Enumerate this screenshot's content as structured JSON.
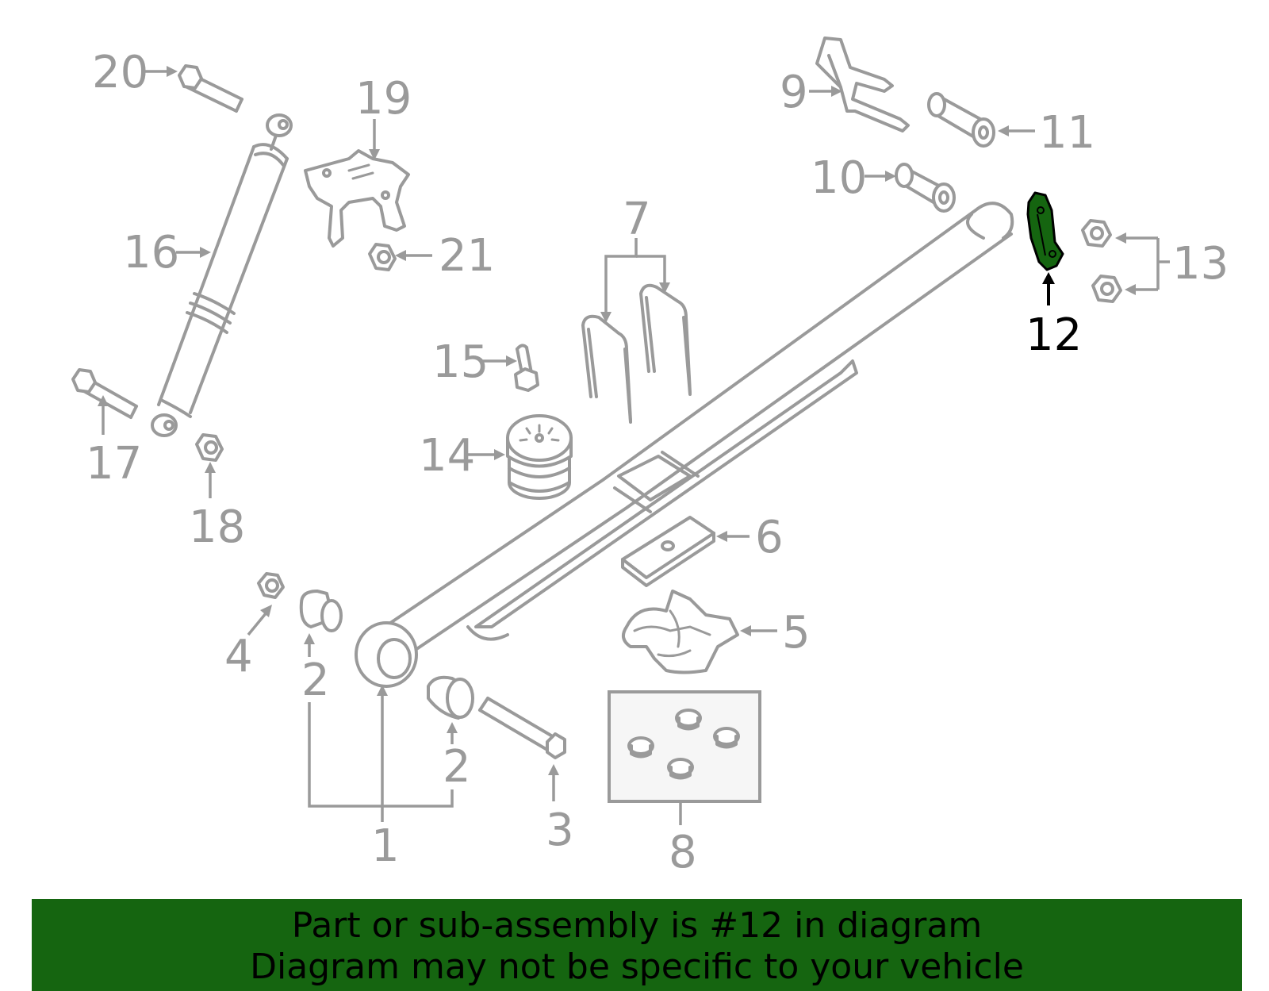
{
  "diagram": {
    "highlight_color": "#156510",
    "part_color": "#9a9a9a",
    "highlighted_callout": "12",
    "callouts": {
      "c1": "1",
      "c2a": "2",
      "c2b": "2",
      "c3": "3",
      "c4": "4",
      "c5": "5",
      "c6": "6",
      "c7": "7",
      "c8": "8",
      "c9": "9",
      "c10": "10",
      "c11": "11",
      "c12": "12",
      "c13": "13",
      "c14": "14",
      "c15": "15",
      "c16": "16",
      "c17": "17",
      "c18": "18",
      "c19": "19",
      "c20": "20",
      "c21": "21"
    }
  },
  "banner": {
    "line1": "Part or sub-assembly is #12 in diagram",
    "line2": "Diagram may not be specific to your vehicle",
    "background": "#156510"
  }
}
